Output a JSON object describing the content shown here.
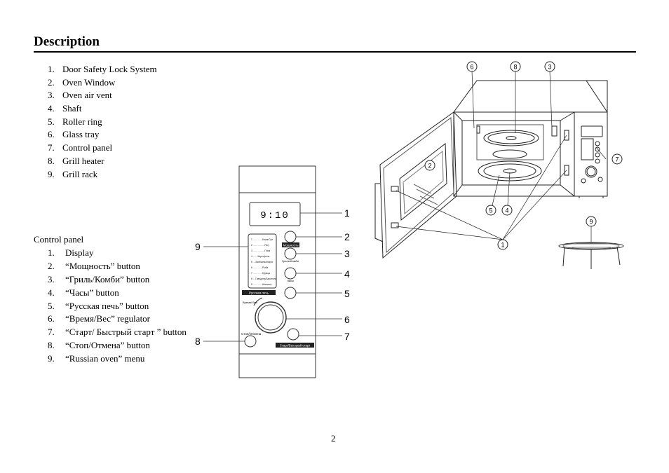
{
  "page": {
    "title": "Description",
    "page_number": "2"
  },
  "parts_list": [
    {
      "num": "1.",
      "label": "Door Safety Lock System"
    },
    {
      "num": "2.",
      "label": "Oven Window"
    },
    {
      "num": "3.",
      "label": "Oven air vent"
    },
    {
      "num": "4.",
      "label": "Shaft"
    },
    {
      "num": "5.",
      "label": "Roller ring"
    },
    {
      "num": "6.",
      "label": "Glass tray"
    },
    {
      "num": "7.",
      "label": "Control panel"
    },
    {
      "num": "8.",
      "label": "Grill heater"
    },
    {
      "num": "9.",
      "label": "Grill rack"
    }
  ],
  "control_panel": {
    "heading": "Control panel",
    "items": [
      {
        "num": "1.",
        "label": "Display"
      },
      {
        "num": "2.",
        "label": "“Мощность” button"
      },
      {
        "num": "3.",
        "label": "“Гриль/Комби” button"
      },
      {
        "num": "4.",
        "label": "“Часы” button"
      },
      {
        "num": "5.",
        "label": "“Русская печь” button"
      },
      {
        "num": "6.",
        "label": "“Время/Вес” regulator"
      },
      {
        "num": "7.",
        "label": "“Старт/ Быстрый старт ” button"
      },
      {
        "num": "8.",
        "label": "“Стоп/Отмена” button"
      },
      {
        "num": "9.",
        "label": "“Russian oven” menu"
      }
    ]
  },
  "panel_diagram": {
    "display_text": "9:10",
    "callouts": [
      "1",
      "2",
      "3",
      "4",
      "5",
      "6",
      "7",
      "8",
      "9"
    ],
    "button_labels": {
      "power": "Мощность",
      "grill_combi": "Гриль/Комби",
      "clock": "Часы",
      "russian_oven": "Русская печь",
      "time_weight": "Время/\nВес",
      "stop_cancel": "Стоп/Отмена",
      "start": "Старт/Быстрый старт"
    },
    "menu_entries": [
      {
        "num": "1",
        "name": "Каша/Суп"
      },
      {
        "num": "2",
        "name": "Рагу"
      },
      {
        "num": "3",
        "name": "Плов"
      },
      {
        "num": "4",
        "name": "Картофель"
      },
      {
        "num": "5",
        "name": "Запеканка/пирог"
      },
      {
        "num": "6",
        "name": "Рыба"
      },
      {
        "num": "7",
        "name": "Курица"
      },
      {
        "num": "8",
        "name": "Говядина/Баранина"
      },
      {
        "num": "9",
        "name": "Шашлык"
      }
    ]
  },
  "oven_diagram": {
    "callouts": [
      "6",
      "8",
      "3",
      "2",
      "5",
      "4",
      "1",
      "7",
      "9"
    ]
  }
}
